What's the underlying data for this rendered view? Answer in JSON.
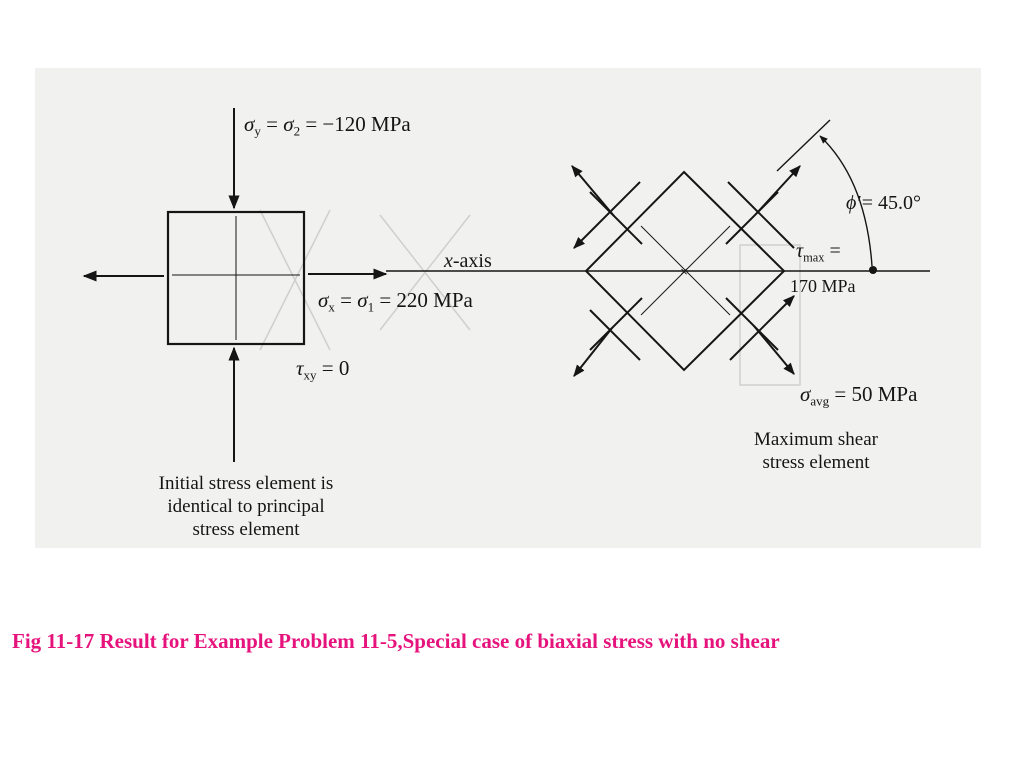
{
  "diagram": {
    "sigma_y": {
      "lhs_symbol": "σ",
      "lhs_sub": "y",
      "eq1": " = ",
      "mid_symbol": "σ",
      "mid_sub": "2",
      "rhs": " = −120 MPa"
    },
    "sigma_x": {
      "lhs_symbol": "σ",
      "lhs_sub": "x",
      "eq1": " =  ",
      "mid_symbol": "σ",
      "mid_sub": "1",
      "rhs": " = 220 MPa"
    },
    "tau_xy": {
      "symbol": "τ",
      "sub": "xy",
      "rhs": " =  0"
    },
    "x_axis": {
      "var": "x",
      "text": "-axis"
    },
    "phi": {
      "symbol": "ϕ",
      "prime": "′",
      "rhs": "= 45.0°"
    },
    "tau_max": {
      "symbol": "τ",
      "sub": "max",
      "rhs": " =",
      "value": "170 MPa"
    },
    "sigma_avg": {
      "symbol": "σ",
      "sub": "avg",
      "rhs": " = 50 MPa"
    },
    "max_shear_caption": [
      "Maximum shear",
      "stress element"
    ],
    "initial_caption": [
      "Initial stress element is",
      "identical to principal",
      "stress element"
    ]
  },
  "figure_caption": "Fig 11-17 Result for Example Problem 11-5,Special case of biaxial stress with no shear",
  "colors": {
    "caption": "#e6137d",
    "ink": "#151515",
    "scan_background": "#f1f1f0"
  }
}
